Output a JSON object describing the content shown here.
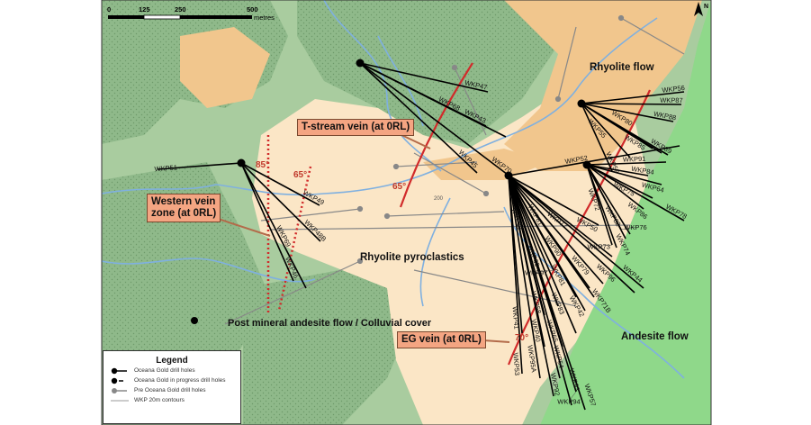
{
  "scale_bar": {
    "ticks": [
      "0",
      "125",
      "250",
      "500"
    ],
    "unit": "metres"
  },
  "north_arrow": {
    "label": "N"
  },
  "colors": {
    "andesite_green": "#a9cc9f",
    "andesite_dotted": "#8fb98a",
    "rhyolite_pyroclastics": "#fbe6c6",
    "rhyolite_flow": "#f1c68d",
    "andesite_flow_bright": "#8fd88a",
    "vein_red": "#d12b2b",
    "river_blue": "#7fb0e0",
    "callout_fill": "#f4a582"
  },
  "unit_labels": {
    "rhyolite_flow": "Rhyolite flow",
    "rhyolite_pyroclastics": "Rhyolite pyroclastics",
    "andesite_flow": "Andesite flow",
    "post_mineral": "Post mineral andesite flow / Colluvial cover"
  },
  "callouts": {
    "t_stream": "T-stream vein (at 0RL)",
    "western_1": "Western vein",
    "western_2": "zone (at 0RL)",
    "eg": "EG vein (at 0RL)"
  },
  "dip_angles": [
    "85°",
    "65°",
    "65°",
    "70°"
  ],
  "contour_label": "200",
  "drill_holes": {
    "collar_a": [
      "WKP47",
      "WKP43",
      "WKP68",
      "WKP45",
      "WKP70"
    ],
    "collar_b": [
      "WKP51",
      "WKP49",
      "WKP48B",
      "WKP46",
      "WKP69"
    ],
    "collar_c": [
      "WKP56",
      "WKP87",
      "WKP88",
      "WKP89",
      "WKP85",
      "WKP80",
      "WKP59",
      "WKP55"
    ],
    "collar_d": [
      "WKP84",
      "WKP91",
      "WKP64",
      "WKP75",
      "WKP78",
      "WKP86",
      "WKP82",
      "WKP74",
      "WKP72",
      "WKP73",
      "WKP76"
    ],
    "collar_e": [
      "WKP52",
      "WKP50",
      "WKP44",
      "WKP96",
      "WKP77",
      "WKP79",
      "WKP90",
      "WKP71B",
      "WKP81",
      "WKP42",
      "WKP61",
      "WKP97",
      "WKP83",
      "WKP60",
      "WKP63",
      "WKP58",
      "WKP65",
      "WKP40",
      "WKP54",
      "WKP41",
      "WKP95A",
      "WKP53",
      "WKP92",
      "WKP93",
      "WKP57",
      "WKP94"
    ]
  },
  "legend": {
    "title": "Legend",
    "items": [
      "Oceana Gold drill holes",
      "Oceana Gold in progress drill holes",
      "Pre Oceana Gold drill holes",
      "WKP 20m contours"
    ]
  }
}
